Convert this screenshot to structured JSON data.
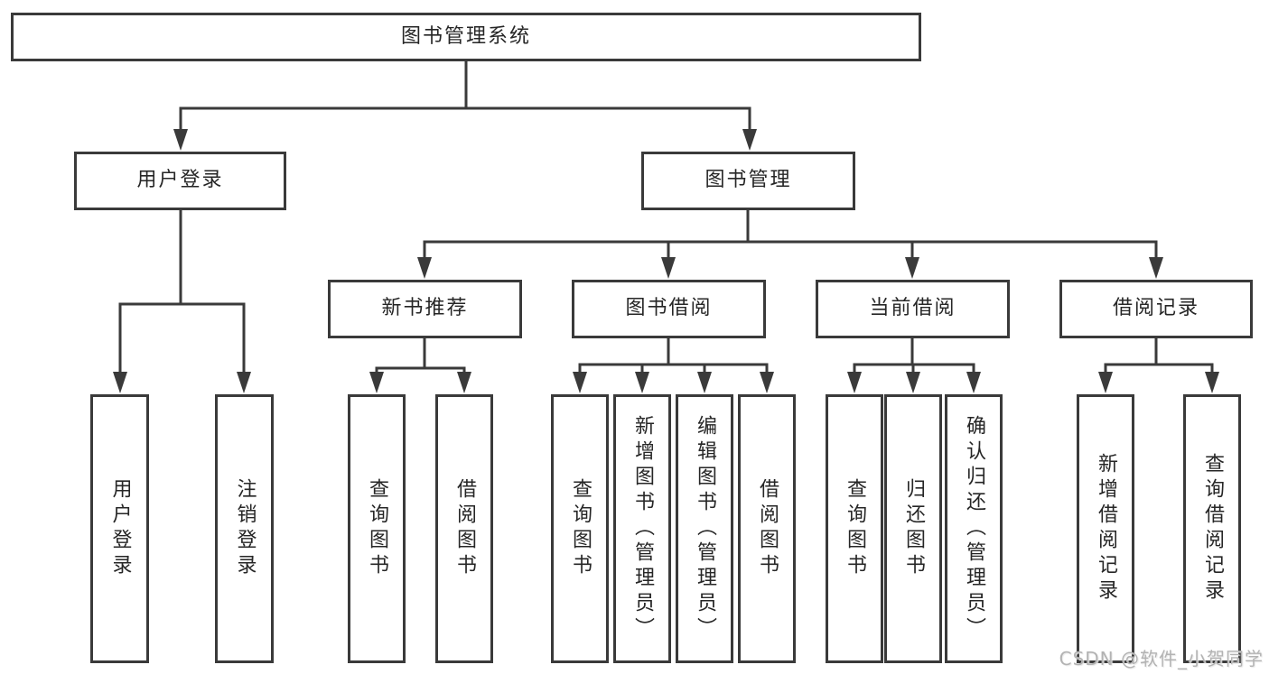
{
  "colors": {
    "line": "#3a3a3a",
    "box_border": "#3a3a3a",
    "text": "#262626",
    "background": "#ffffff",
    "watermark": "#b3b3b3"
  },
  "watermark": {
    "text": "CSDN @软件_小贺同学"
  },
  "tree": {
    "root": {
      "label": "图书管理系统"
    },
    "branches": [
      {
        "label": "用户登录",
        "children": [
          {
            "label": "用户登录"
          },
          {
            "label": "注销登录"
          }
        ]
      },
      {
        "label": "图书管理",
        "children": [
          {
            "label": "新书推荐",
            "children": [
              {
                "label": "查询图书"
              },
              {
                "label": "借阅图书"
              }
            ]
          },
          {
            "label": "图书借阅",
            "children": [
              {
                "label": "查询图书"
              },
              {
                "label": "新增图书（管理员）"
              },
              {
                "label": "编辑图书（管理员）"
              },
              {
                "label": "借阅图书"
              }
            ]
          },
          {
            "label": "当前借阅",
            "children": [
              {
                "label": "查询图书"
              },
              {
                "label": "归还图书"
              },
              {
                "label": "确认归还（管理员）"
              }
            ]
          },
          {
            "label": "借阅记录",
            "children": [
              {
                "label": "新增借阅记录"
              },
              {
                "label": "查询借阅记录"
              }
            ]
          }
        ]
      }
    ]
  }
}
